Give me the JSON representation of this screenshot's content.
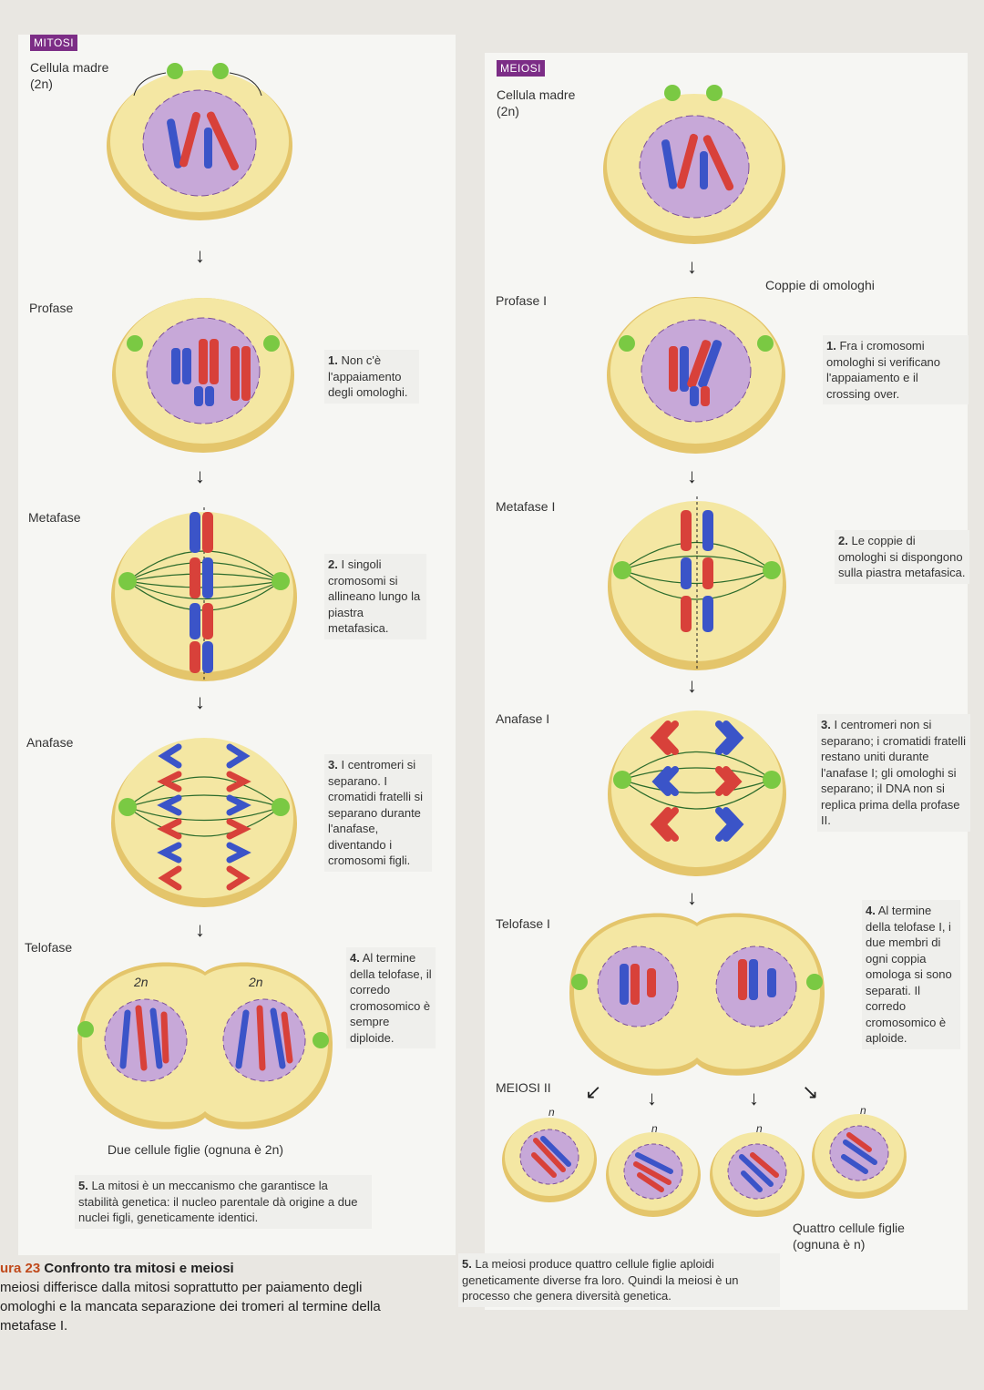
{
  "mitosis": {
    "tag": "MITOSI",
    "mother_label": "Cellula madre",
    "mother_ploidy": "(2n)",
    "stages": [
      "Profase",
      "Metafase",
      "Anafase",
      "Telofase"
    ],
    "notes": [
      {
        "num": "1.",
        "text": "Non c'è l'appaiamento degli omologhi."
      },
      {
        "num": "2.",
        "text": "I singoli cromosomi si allineano lungo la piastra metafasica."
      },
      {
        "num": "3.",
        "text": "I centromeri si separano. I cromatidi fratelli si separano durante l'anafase, diventando i cromosomi figli."
      },
      {
        "num": "4.",
        "text": "Al termine della telofase, il corredo cromosomico è sempre diploide."
      },
      {
        "num": "5.",
        "text": "La mitosi è un meccanismo che garantisce la stabilità genetica: il nucleo parentale dà origine a due nuclei figli, geneticamente identici."
      }
    ],
    "daughter_ploidy_left": "2n",
    "daughter_ploidy_right": "2n",
    "daughters_label": "Due cellule figlie (ognuna è 2n)"
  },
  "meiosis": {
    "tag": "MEIOSI",
    "mother_label": "Cellula madre",
    "mother_ploidy": "(2n)",
    "stages": [
      "Profase I",
      "Metafase I",
      "Anafase I",
      "Telofase I"
    ],
    "homolog_pairs_label": "Coppie di omologhi",
    "notes": [
      {
        "num": "1.",
        "text": "Fra i cromosomi omologhi si verificano l'appaiamento e il crossing over."
      },
      {
        "num": "2.",
        "text": "Le coppie di omologhi si dispongono sulla piastra metafasica."
      },
      {
        "num": "3.",
        "text": "I centromeri non si separano; i cromatidi fratelli restano uniti durante l'anafase I; gli omologhi si separano; il DNA non si replica prima della profase II."
      },
      {
        "num": "4.",
        "text": "Al termine della telofase I, i due membri di ogni coppia omologa si sono separati. Il corredo cromosomico è aploide."
      },
      {
        "num": "5.",
        "text": "La meiosi produce quattro cellule figlie aploidi geneticamente diverse fra loro. Quindi la meiosi è un processo che genera diversità genetica."
      }
    ],
    "meiosis2_label": "MEIOSI II",
    "haploid_ploidy": [
      "n",
      "n",
      "n",
      "n"
    ],
    "daughters_label": "Quattro cellule figlie (ognuna è n)"
  },
  "caption": {
    "figure_number": "ura 23",
    "title": "Confronto tra mitosi e meiosi",
    "body": "meiosi differisce dalla mitosi soprattutto per paiamento degli omologhi e la mancata separazione dei tromeri al termine della metafase I."
  },
  "colors": {
    "cell_fill": "#f4e7a3",
    "cell_rim": "#e4c56b",
    "nucleus": "#c7a8d8",
    "chrom_red": "#d8413a",
    "chrom_blue": "#3b54c8",
    "centrosome": "#7ac943",
    "tag": "#7c2d86"
  }
}
